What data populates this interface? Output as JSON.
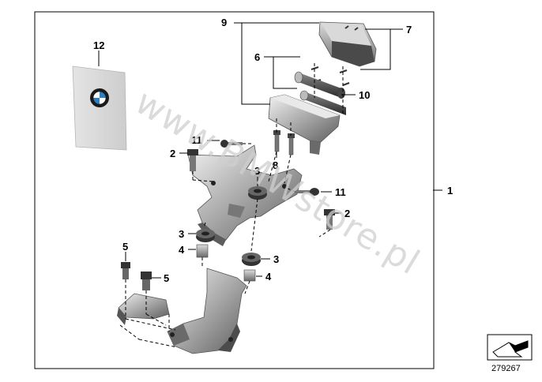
{
  "diagram": {
    "callouts": {
      "c1": "1",
      "c2a": "2",
      "c2b": "2",
      "c3a": "3",
      "c3b": "3",
      "c3c": "3",
      "c4a": "4",
      "c4b": "4",
      "c5a": "5",
      "c5b": "5",
      "c6": "6",
      "c7": "7",
      "c8": "8",
      "c9": "9",
      "c10": "10",
      "c11a": "11",
      "c11b": "11",
      "c12": "12"
    },
    "watermark": "www.BMWstore.pl",
    "reference_number": "279267",
    "icons": [
      "bmw-roundel-icon",
      "arrow-navigation-icon"
    ]
  }
}
